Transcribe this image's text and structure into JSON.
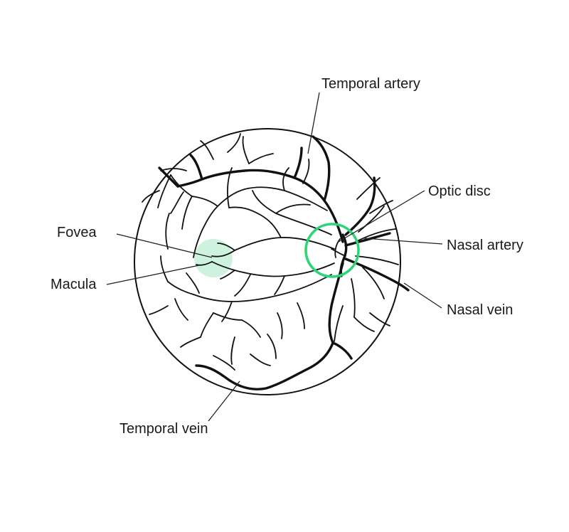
{
  "labels": {
    "temporal_artery": "Temporal artery",
    "optic_disc": "Optic disc",
    "nasal_artery": "Nasal artery",
    "nasal_vein": "Nasal vein",
    "fovea": "Fovea",
    "macula": "Macula",
    "temporal_vein": "Temporal vein"
  },
  "colors": {
    "macula_fill": "#cdf3df",
    "optic_disc_ring": "#2ed47a",
    "vessel": "#111111",
    "outline": "#111111"
  }
}
